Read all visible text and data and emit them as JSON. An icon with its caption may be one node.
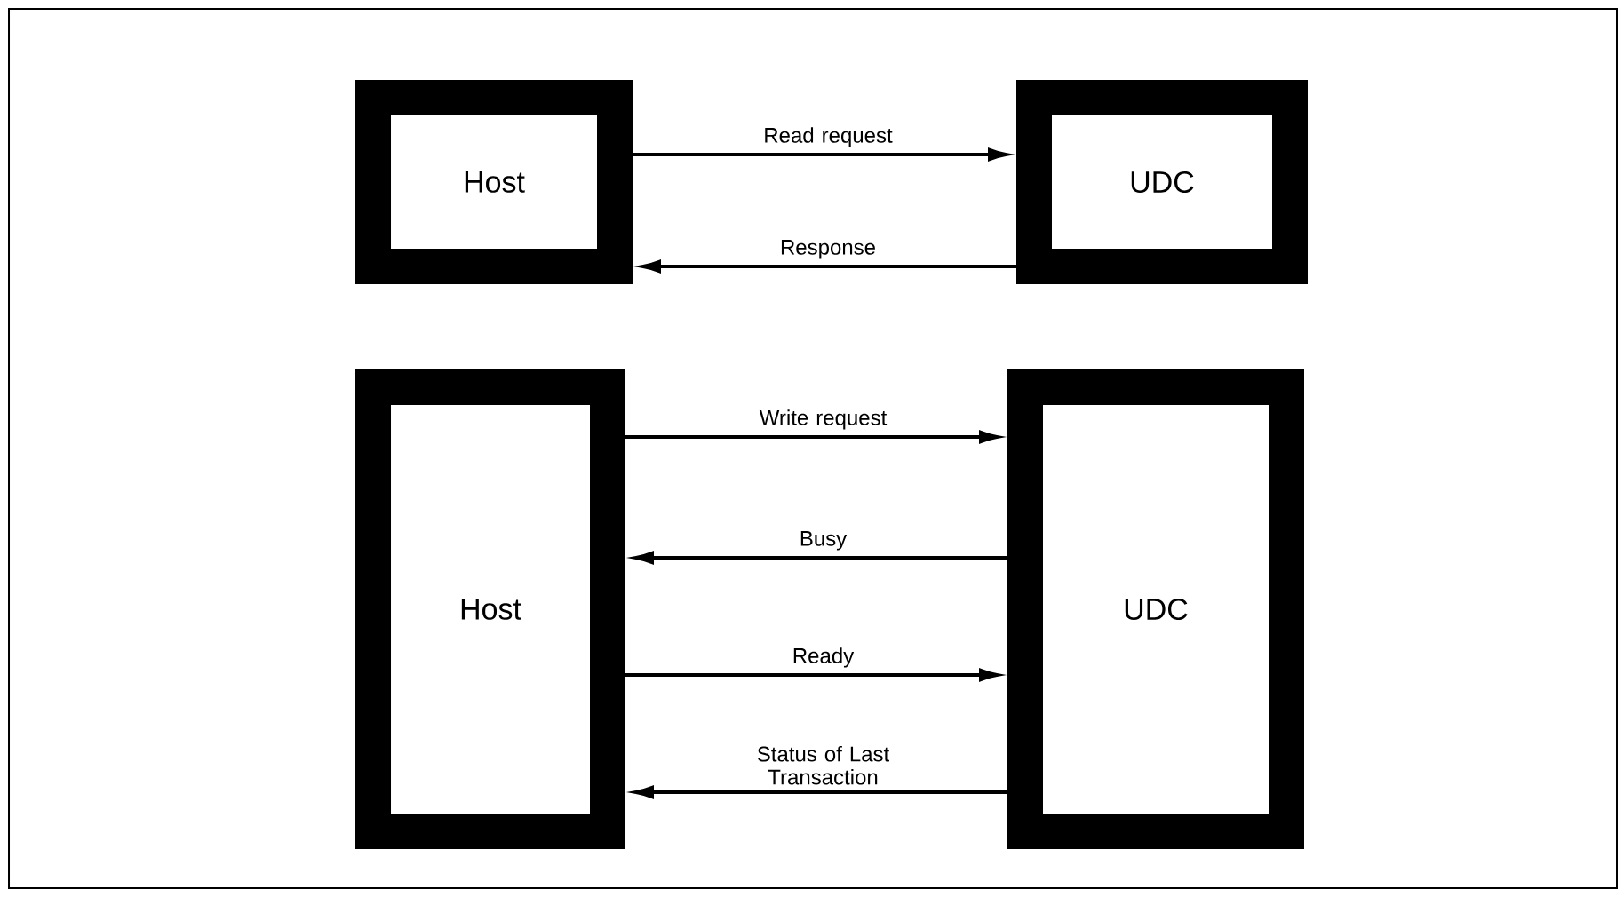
{
  "diagram": {
    "nodes": [
      {
        "text": [
          "Host"
        ]
      },
      {
        "text": [
          "UDC"
        ]
      },
      {
        "text": [
          "Host"
        ]
      },
      {
        "text": [
          "UDC"
        ]
      }
    ],
    "edges": [
      {
        "from": 0,
        "to": 1,
        "arrow": "to",
        "label": "Read request"
      },
      {
        "from": 1,
        "to": 0,
        "arrow": "to",
        "label": "Response"
      },
      {
        "from": 2,
        "to": 3,
        "arrow": "to",
        "label": "Write request"
      },
      {
        "from": 3,
        "to": 2,
        "arrow": "to",
        "label": "Busy"
      },
      {
        "from": 2,
        "to": 3,
        "arrow": "to",
        "label": "Ready"
      },
      {
        "from": 3,
        "to": 2,
        "arrow": "to",
        "label": "Status of Last Transaction"
      }
    ]
  }
}
